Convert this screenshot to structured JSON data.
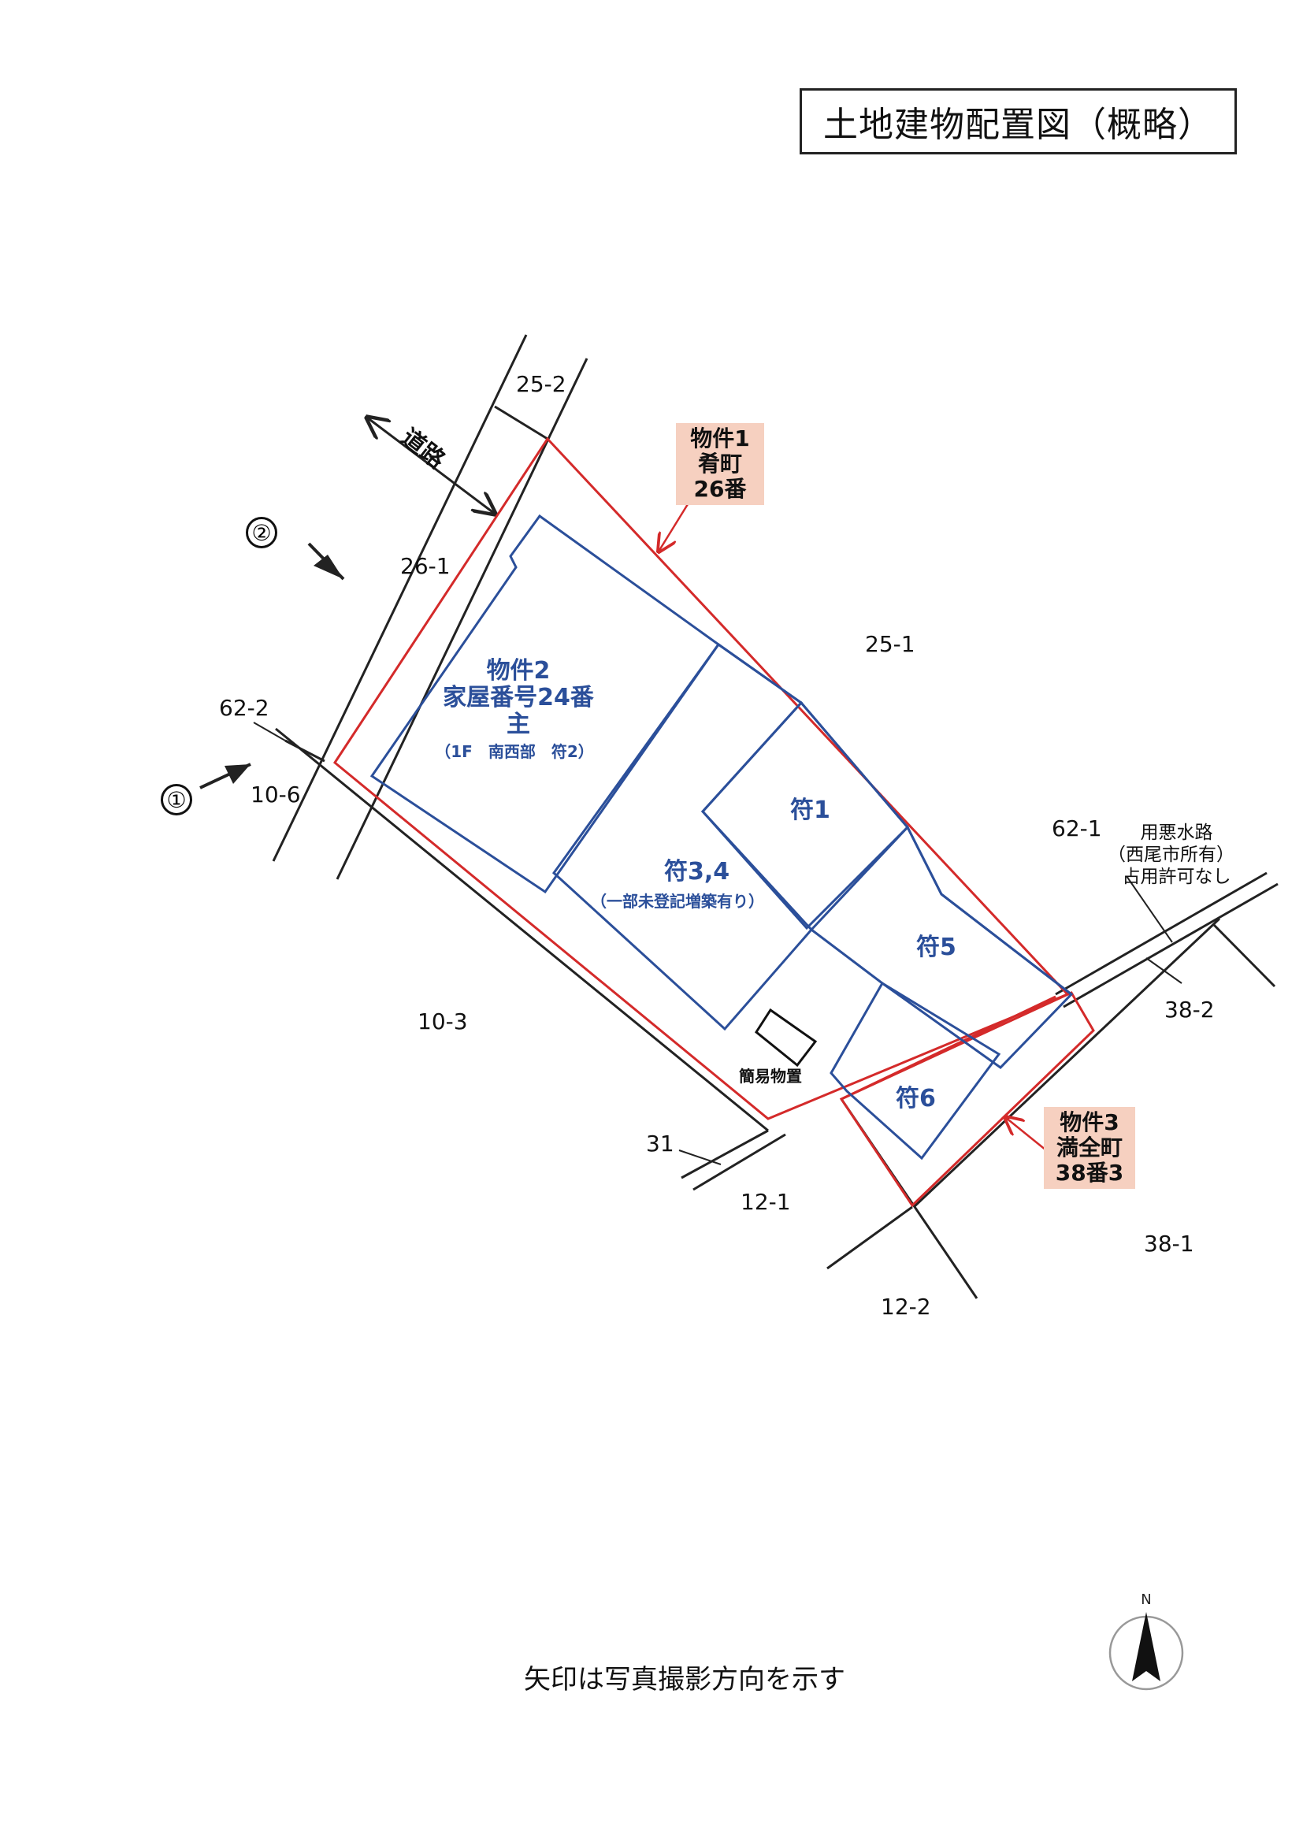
{
  "title": "土地建物配置図（概略）",
  "callouts": {
    "property1": {
      "line1": "物件1",
      "line2": "肴町",
      "line3": "26番"
    },
    "property3": {
      "line1": "物件3",
      "line2": "満全町",
      "line3": "38番3"
    }
  },
  "road_label": "道路",
  "markers": {
    "photo1": "①",
    "photo2": "②"
  },
  "lot_labels": {
    "lot_25_2": "25-2",
    "lot_26_1": "26-1",
    "lot_25_1": "25-1",
    "lot_62_2": "62-2",
    "lot_10_6": "10-6",
    "lot_10_3": "10-3",
    "lot_62_1": "62-1",
    "lot_38_2": "38-2",
    "lot_31": "31",
    "lot_12_1": "12-1",
    "lot_38_1": "38-1",
    "lot_12_2": "12-2"
  },
  "waterway": {
    "line1": "用悪水路",
    "line2": "（西尾市所有）",
    "line3": "占用許可なし"
  },
  "building": {
    "main_line1": "物件2",
    "main_line2": "家屋番号24番",
    "main_line3": "主",
    "main_line4": "（1F　南西部　符2）",
    "annex1": "符1",
    "annex34": "符3,4",
    "annex34_note": "（一部未登記増築有り）",
    "annex5": "符5",
    "annex6": "符6",
    "simple_structure": "簡易物置"
  },
  "footer_note": "矢印は写真撮影方向を示す",
  "compass_label": "N",
  "colors": {
    "boundary": "#d42a2a",
    "building": "#2b4f9a",
    "line": "#222222"
  }
}
